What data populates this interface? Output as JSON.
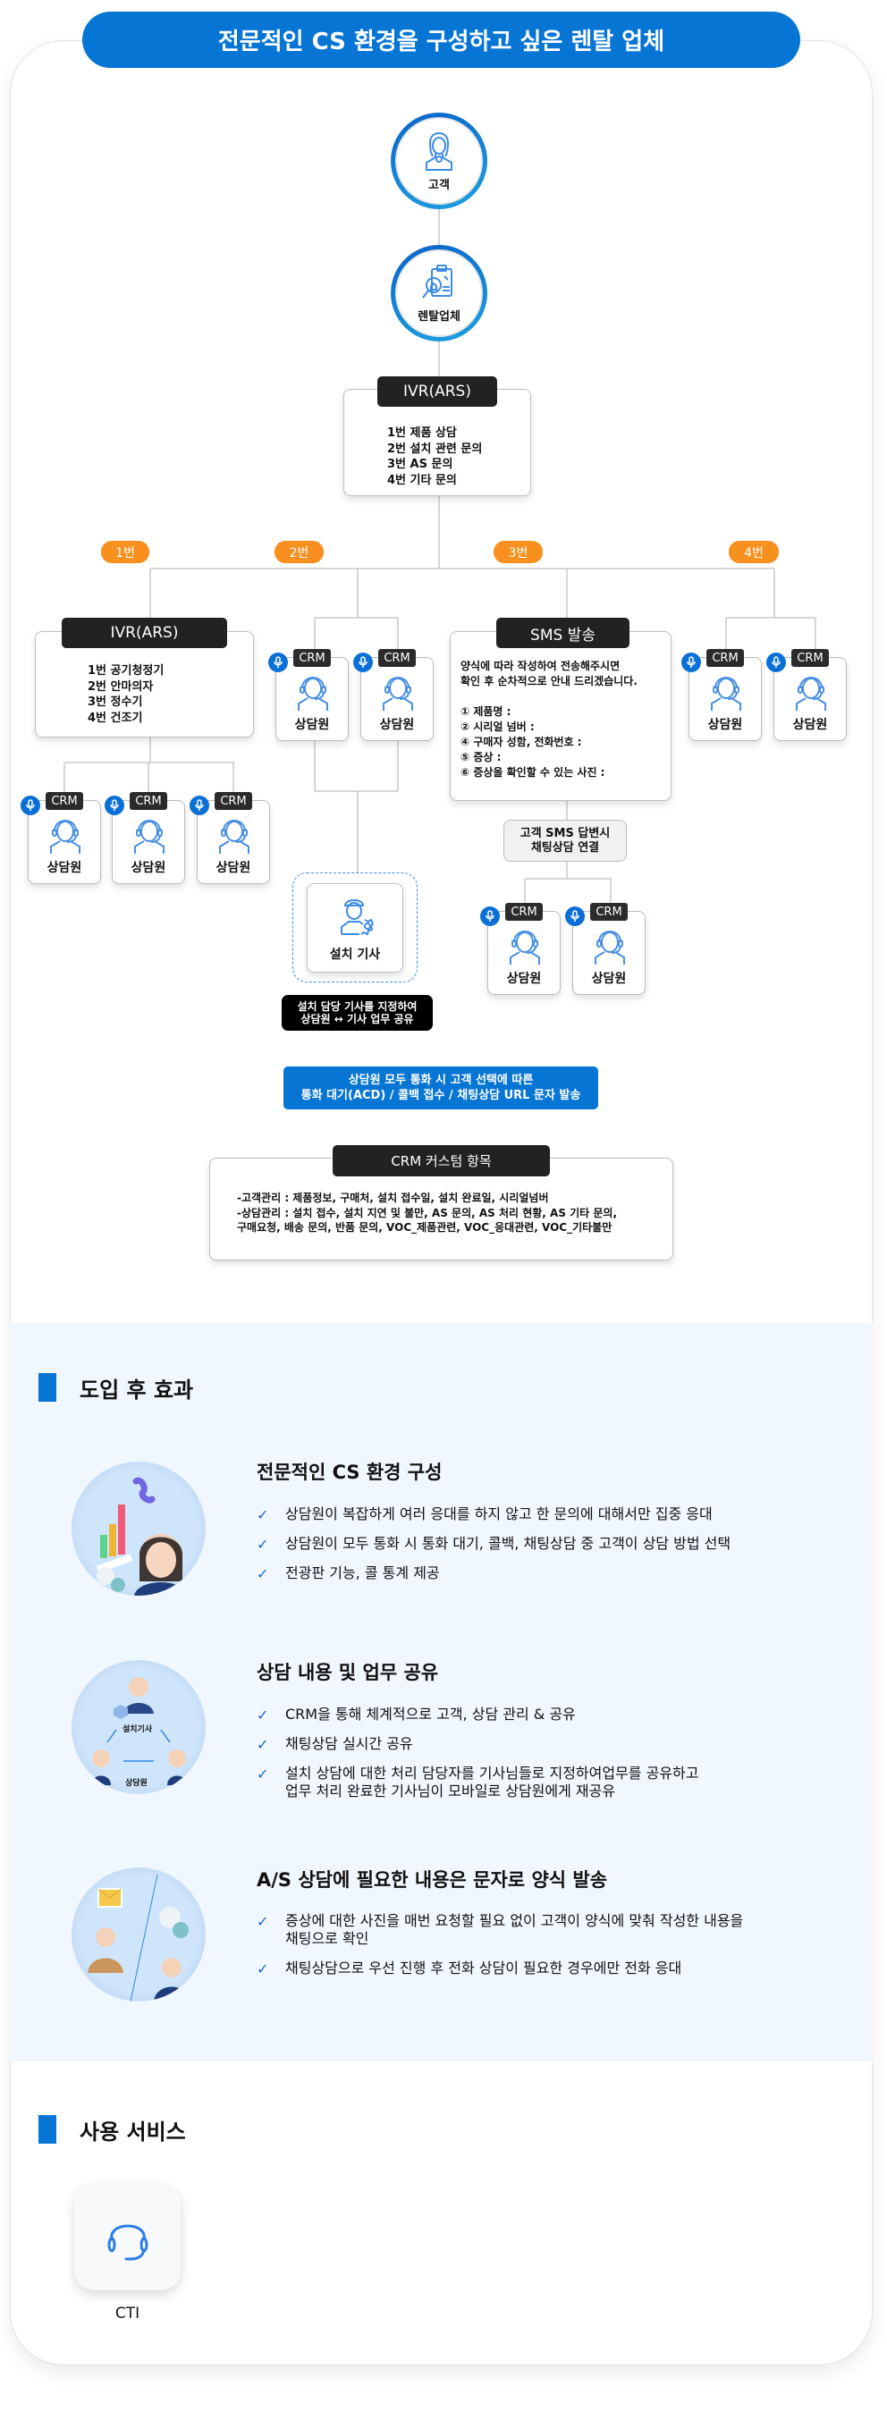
{
  "header": {
    "title": "전문적인 CS 환경을 구성하고 싶은 렌탈 업체"
  },
  "flow": {
    "customer_label": "고객",
    "rental_label": "렌탈업체",
    "ivr_main": {
      "label": "IVR(ARS)",
      "text": "1번 제품 상담\n2번 설치 관련 문의\n3번 AS 문의\n4번 기타 문의"
    },
    "branches": [
      "1번",
      "2번",
      "3번",
      "4번"
    ],
    "ivr_sub": {
      "label": "IVR(ARS)",
      "text": "1번 공기청정기\n2번 안마의자\n3번 정수기\n4번 건조기"
    },
    "sms": {
      "label": "SMS 발송",
      "text": "양식에 따라 작성하여 전송해주시면\n확인 후 순차적으로 안내 드리겠습니다.\n\n① 제품명 :\n② 시리얼 넘버 :\n④ 구매자 성함, 전화번호 :\n⑤ 증상 :\n⑥ 증상을 확인할 수 있는 사진 :"
    },
    "sms_reply": "고객 SMS 답변시\n채팅상담 연결",
    "agent_crm_tag": "CRM",
    "agent_label": "상담원",
    "engineer_label": "설치 기사",
    "engineer_note": "설치 담당 기사를 지정하여\n상담원 ↔ 기사 업무 공유",
    "acd_note": "상담원 모두 통화 시 고객 선택에 따른\n통화 대기(ACD) / 콜백 접수 / 채팅상담 URL 문자 발송",
    "crm_custom": {
      "label": "CRM 커스텀 항목",
      "text": "-고객관리 : 제품정보, 구매처, 설치 접수일, 설치 완료일, 시리얼넘버\n-상담관리 : 설치 접수, 설치 지연 및 불만, AS 문의, AS 처리 현황, AS 기타 문의,\n 구매요청, 배송 문의, 반품 문의, VOC_제품관련, VOC_응대관련, VOC_기타불만"
    }
  },
  "effects": {
    "heading": "도입 후 효과",
    "items": [
      {
        "title": "전문적인 CS 환경 구성",
        "bullets": [
          "상담원이 복잡하게 여러 응대를 하지 않고 한 문의에 대해서만 집중 응대",
          "상담원이 모두 통화 시 통화 대기, 콜백, 채팅상담 중 고객이 상담 방법 선택",
          "전광판 기능, 콜 통계 제공"
        ]
      },
      {
        "title": "상담 내용 및 업무 공유",
        "bullets": [
          "CRM을 통해 체계적으로 고객, 상담 관리 & 공유",
          "채팅상담 실시간 공유",
          "설치 상담에 대한 처리 담당자를 기사님들로 지정하여업무를 공유하고\n업무 처리 완료한 기사님이 모바일로 상담원에게 재공유"
        ],
        "illus_labels": [
          "설치기사",
          "상담원"
        ]
      },
      {
        "title": "A/S 상담에 필요한 내용은 문자로 양식 발송",
        "bullets": [
          "증상에 대한 사진을 매번 요청할 필요 없이 고객이 양식에 맞춰 작성한 내용을\n채팅으로 확인",
          "채팅상담으로 우선 진행 후 전화 상담이 필요한 경우에만 전화 응대"
        ]
      }
    ]
  },
  "services": {
    "heading": "사용 서비스",
    "items": [
      {
        "label": "CTI",
        "icon": "headset-icon"
      }
    ]
  },
  "colors": {
    "brand": "#0675d4",
    "badge": "#f7901e",
    "dark": "#222222"
  }
}
